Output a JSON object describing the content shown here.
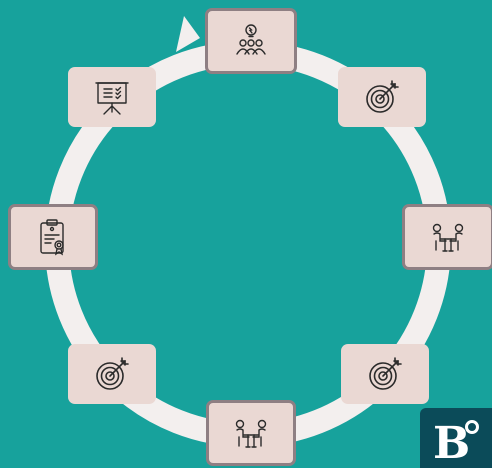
{
  "diagram": {
    "type": "cycle",
    "direction": "clockwise",
    "colors": {
      "background": "#17a29c",
      "ring": "#f3efee",
      "node_fill": "#ead8d3",
      "node_border": "#8e7f83",
      "icon_stroke": "#2b2b2b",
      "logo_bg": "#0b4b59"
    },
    "nodes": [
      {
        "id": "top",
        "icon": "team-idea-icon",
        "highlighted": true
      },
      {
        "id": "upper-right",
        "icon": "target-icon",
        "highlighted": false
      },
      {
        "id": "right",
        "icon": "meeting-icon",
        "highlighted": true
      },
      {
        "id": "lower-right",
        "icon": "target-icon",
        "highlighted": false
      },
      {
        "id": "bottom",
        "icon": "meeting-icon",
        "highlighted": true
      },
      {
        "id": "lower-left",
        "icon": "target-icon",
        "highlighted": false
      },
      {
        "id": "left",
        "icon": "certificate-icon",
        "highlighted": true
      },
      {
        "id": "upper-left",
        "icon": "presentation-board-icon",
        "highlighted": false
      }
    ]
  },
  "logo": {
    "text": "B"
  }
}
